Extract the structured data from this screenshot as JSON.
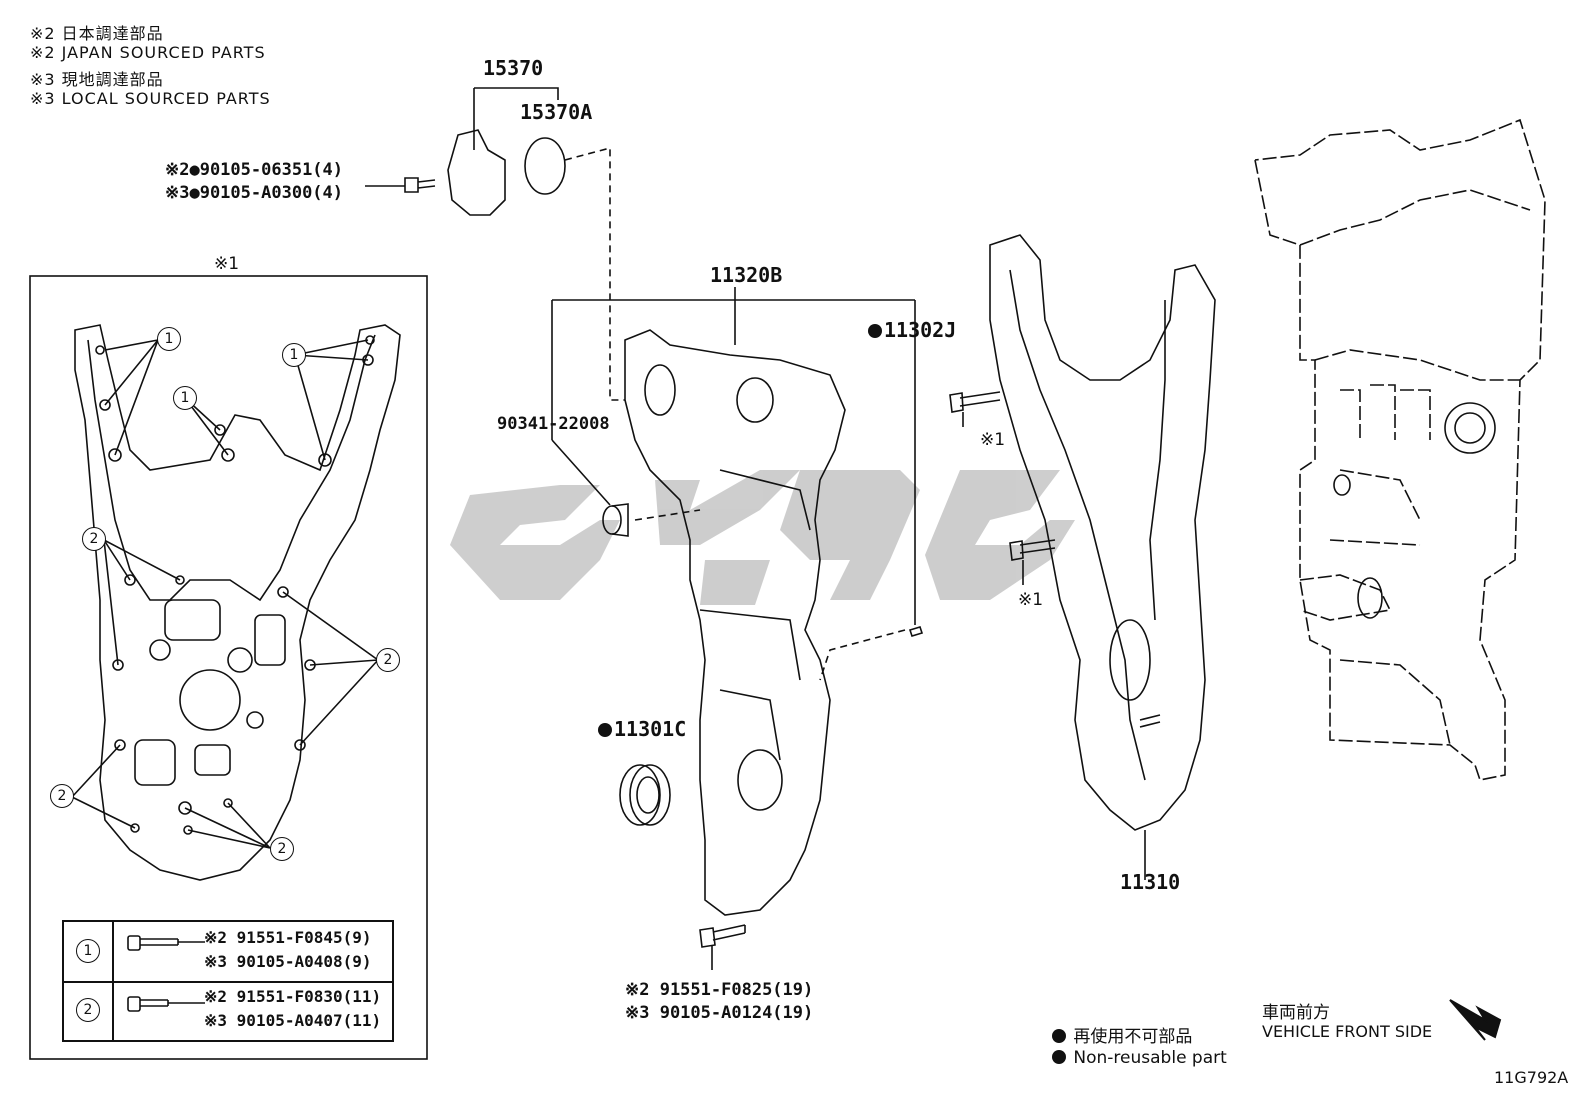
{
  "legend": {
    "line1": "※2 日本調達部品",
    "line2": "※2 JAPAN SOURCED PARTS",
    "line3": "※3 現地調達部品",
    "line4": "※3 LOCAL SOURCED PARTS"
  },
  "parts": {
    "p15370": "15370",
    "p15370A": "15370A",
    "bolt_top_1": "※2●90105-06351(4)",
    "bolt_top_2": "※3●90105-A0300(4)",
    "p11320B": "11320B",
    "p11302J": "11302J",
    "p90341": "90341-22008",
    "p11301C": "11301C",
    "p11310": "11310",
    "bolt_bottom_1": "※2 91551-F0825(19)",
    "bolt_bottom_2": "※3 90105-A0124(19)",
    "note1_a": "※1",
    "note1_b": "※1",
    "note1_c": "※1"
  },
  "inset": {
    "title": "※1",
    "callout_1": "1",
    "callout_2": "2",
    "table": [
      {
        "num": "1",
        "line1": "※2 91551-F0845(9)",
        "line2": "※3 90105-A0408(9)"
      },
      {
        "num": "2",
        "line1": "※2 91551-F0830(11)",
        "line2": "※3 90105-A0407(11)"
      }
    ]
  },
  "footer": {
    "nonreuse_jp": "再使用不可部品",
    "nonreuse_en": "Non-reusable part",
    "front_jp": "車両前方",
    "front_en": "VEHICLE FRONT SIDE",
    "diagram_code": "11G792A"
  },
  "colors": {
    "line": "#111111",
    "watermark": "#c8c8c8"
  }
}
